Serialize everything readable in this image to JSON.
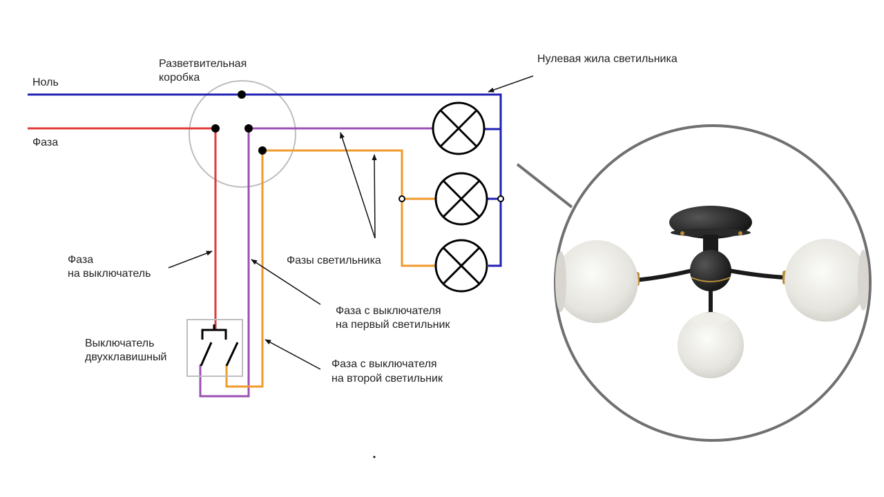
{
  "labels": {
    "neutral": "Ноль",
    "phase": "Фаза",
    "junction_box_line1": "Разветвительная",
    "junction_box_line2": "коробка",
    "lamp_neutral": "Нулевая жила светильника",
    "phase_to_switch_line1": "Фаза",
    "phase_to_switch_line2": "на выключатель",
    "lamp_phases": "Фазы светильника",
    "phase_first_line1": "Фаза с выключателя",
    "phase_first_line2": "на первый светильник",
    "switch_line1": "Выключатель",
    "switch_line2": "двухклавишный",
    "phase_second_line1": "Фаза с выключателя",
    "phase_second_line2": "на второй светильник"
  },
  "colors": {
    "neutral_wire": "#1f1fb4",
    "phase_wire": "#e03a3a",
    "first_lamp_wire": "#9b4fb4",
    "second_lamp_wire": "#f09a2a",
    "junction_box": "#bdbdbd",
    "switch_box": "#bdbdbd",
    "callout_circle": "#707070"
  },
  "icons": {
    "lamps": [
      "lamp-cross-icon",
      "lamp-cross-icon",
      "lamp-cross-icon"
    ],
    "chandelier": "chandelier-three-shade-icon"
  }
}
